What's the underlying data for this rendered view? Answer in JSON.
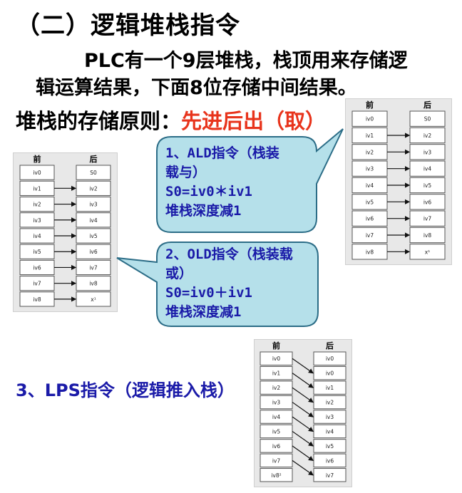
{
  "title": "（二）逻辑堆栈指令",
  "intro": {
    "line1": "PLC有一个9层堆栈，栈顶用来存储逻",
    "line2": "辑运算结果，下面8位存储中间结果。"
  },
  "principle": {
    "label": "堆栈的存储原则：",
    "value": "先进后出（取）"
  },
  "callouts": {
    "ald": {
      "line1": "1、ALD指令（栈装",
      "line2": "载与）",
      "line3": "S0=iv0＊iv1",
      "line4": "堆栈深度减1"
    },
    "old": {
      "line1": "2、OLD指令（栈装载",
      "line2": "或）",
      "line3": "S0=iv0＋iv1",
      "line4": "堆栈深度减1"
    }
  },
  "lps_label": "3、LPS指令（逻辑推入栈）",
  "colors": {
    "callout_fill": "#b5e0ea",
    "callout_stroke": "#2c6d87",
    "callout_text": "#1a1aa8",
    "highlight_red": "#e8341c"
  },
  "diagrams": {
    "ald_old_left": {
      "header_before": "前",
      "header_after": "后",
      "before": [
        "iv0",
        "iv1",
        "iv2",
        "iv3",
        "iv4",
        "iv5",
        "iv6",
        "iv7",
        "iv8"
      ],
      "after": [
        "S0",
        "iv2",
        "iv3",
        "iv4",
        "iv5",
        "iv6",
        "iv7",
        "iv8",
        "x¹"
      ],
      "arrows": [
        [
          1,
          1
        ],
        [
          2,
          2
        ],
        [
          3,
          3
        ],
        [
          4,
          4
        ],
        [
          5,
          5
        ],
        [
          6,
          6
        ],
        [
          7,
          7
        ],
        [
          8,
          8
        ]
      ]
    },
    "ald_right": {
      "header_before": "前",
      "header_after": "后",
      "before": [
        "iv0",
        "iv1",
        "iv2",
        "iv3",
        "iv4",
        "iv5",
        "iv6",
        "iv7",
        "iv8"
      ],
      "after": [
        "S0",
        "iv2",
        "iv3",
        "iv4",
        "iv5",
        "iv6",
        "iv7",
        "iv8",
        "x¹"
      ],
      "arrows": [
        [
          1,
          1
        ],
        [
          2,
          2
        ],
        [
          3,
          3
        ],
        [
          4,
          4
        ],
        [
          5,
          5
        ],
        [
          6,
          6
        ],
        [
          7,
          7
        ],
        [
          8,
          8
        ]
      ]
    },
    "lps": {
      "header_before": "前",
      "header_after": "后",
      "before": [
        "iv0",
        "iv1",
        "iv2",
        "iv3",
        "iv4",
        "iv5",
        "iv6",
        "iv7",
        "iv8²"
      ],
      "after": [
        "iv0",
        "iv0",
        "iv1",
        "iv2",
        "iv3",
        "iv4",
        "iv5",
        "iv6",
        "iv7"
      ],
      "arrows": [
        [
          0,
          1
        ],
        [
          1,
          2
        ],
        [
          2,
          3
        ],
        [
          3,
          4
        ],
        [
          4,
          5
        ],
        [
          5,
          6
        ],
        [
          6,
          7
        ],
        [
          7,
          8
        ]
      ]
    }
  }
}
